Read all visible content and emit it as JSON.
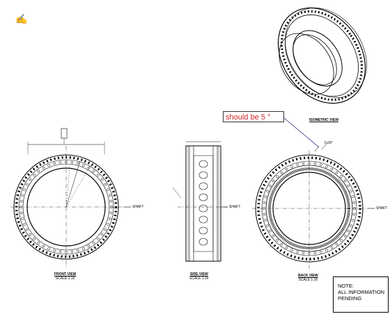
{
  "callout": {
    "text": "should be 5 °"
  },
  "note": {
    "line1": "NOTE:",
    "line2": "ALL INFORMATION",
    "line3": "PENDING"
  },
  "views": {
    "front": {
      "title": "FRONT VIEW",
      "scale": "SCALE 1:16"
    },
    "side": {
      "title": "SIDE VIEW",
      "scale": "SCALE 1:16"
    },
    "back": {
      "title": "BACK VIEW",
      "scale": "SCALE 1:16"
    },
    "iso": {
      "title": "ISOMETRIC VIEW"
    }
  },
  "labels": {
    "shaft": "SHAFT",
    "angle": "5.00°"
  },
  "cursor_icon": "hand-cursor-icon",
  "colors": {
    "callout_text": "#d2262d",
    "line": "#000000",
    "leader": "#1a237e"
  }
}
